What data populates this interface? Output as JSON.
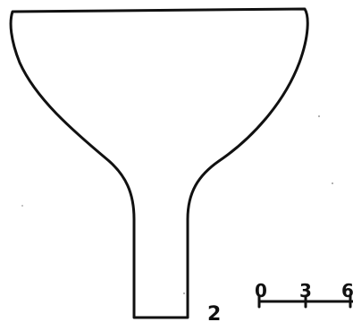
{
  "figure": {
    "label": "2"
  },
  "scale_bar": {
    "ticks": [
      "0",
      "3",
      "6"
    ]
  }
}
